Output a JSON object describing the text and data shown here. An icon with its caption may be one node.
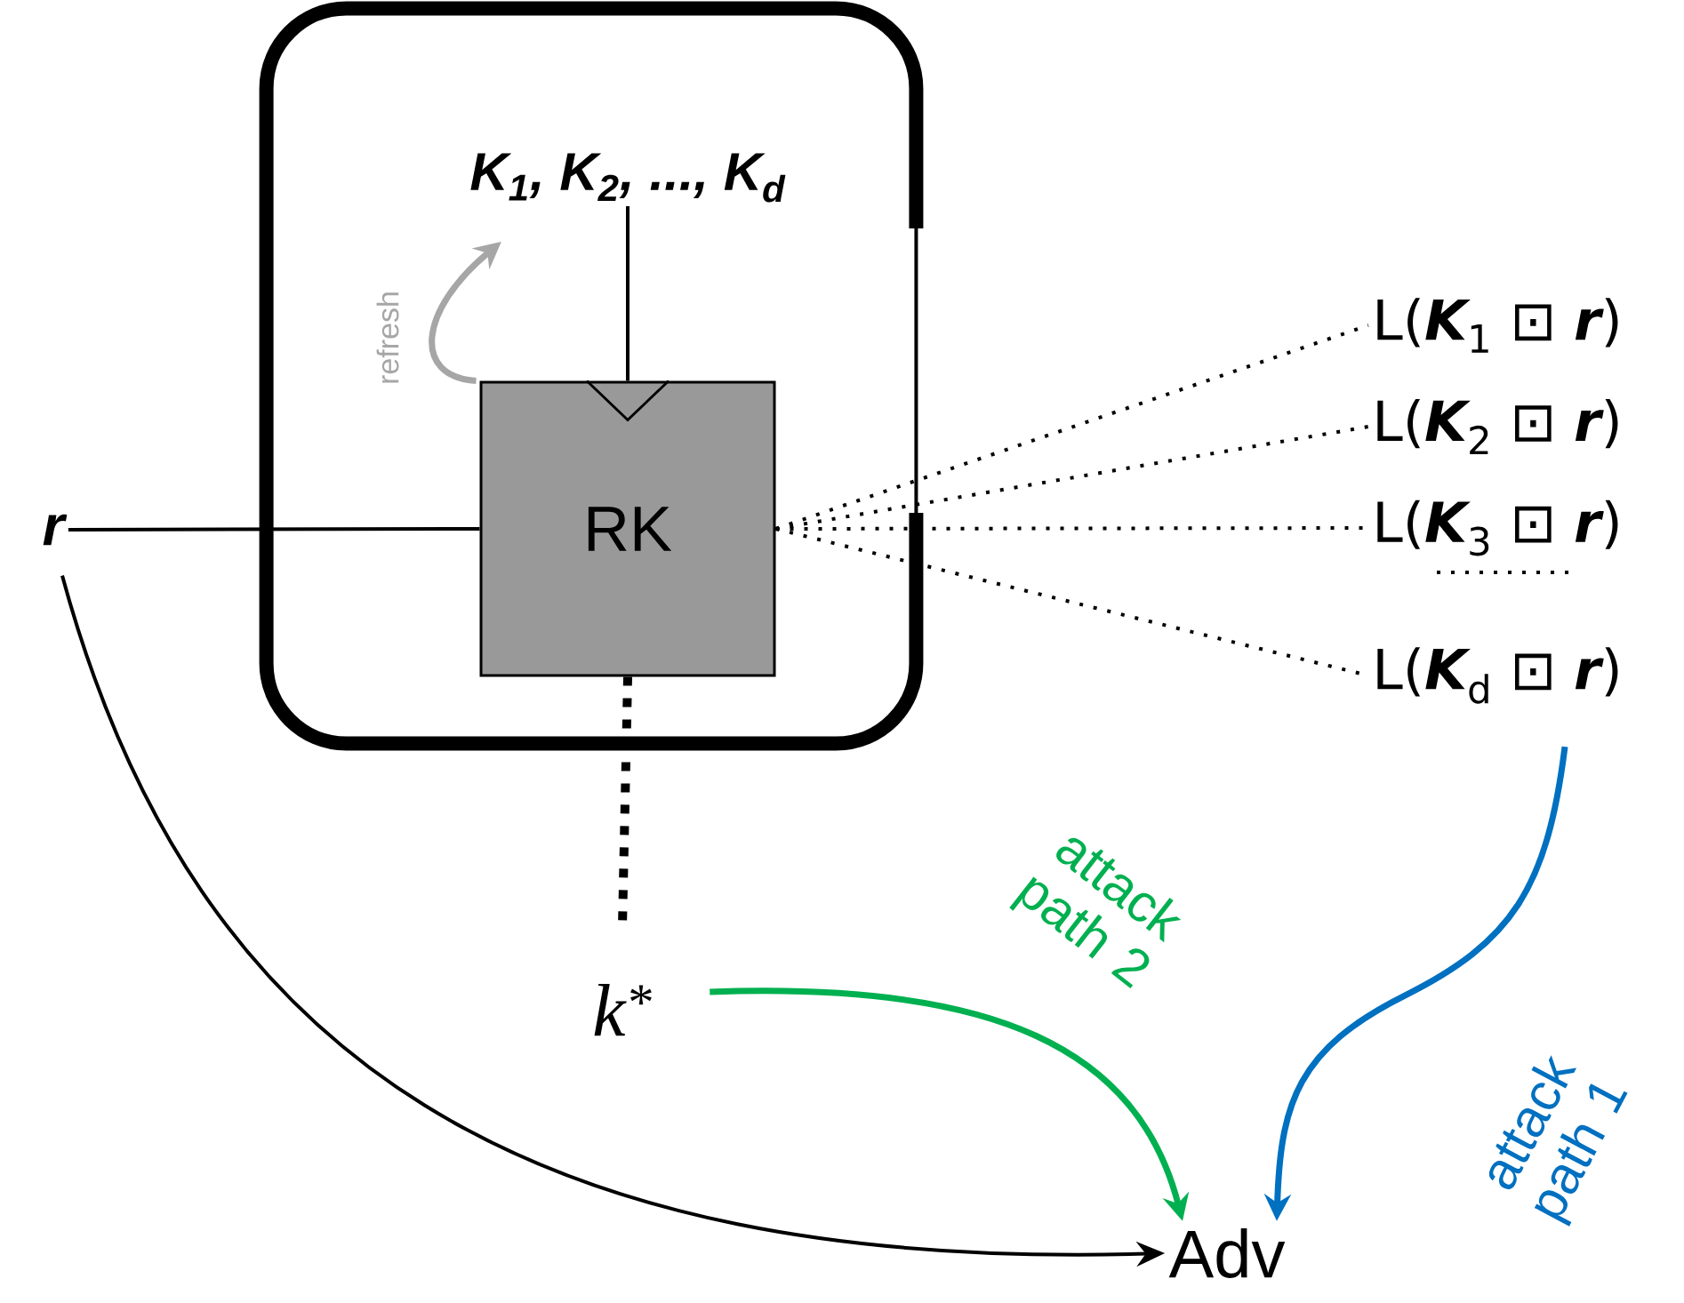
{
  "diagram": {
    "nodes": [
      {
        "text": [],
        "shape": "box"
      },
      {
        "text": [
          "K$_{1}$, K$_{2}$, ..., K$_{d}$"
        ],
        "in": 0
      },
      {
        "text": [
          "RK"
        ],
        "in": 0
      },
      {
        "text": [
          "r"
        ]
      },
      {
        "text": [
          "k$^{*}$"
        ]
      },
      {
        "text": [
          "L(**K**$_{1}$ ⊡ **r**)"
        ]
      },
      {
        "text": [
          "L(**K**$_{2}$ ⊡ **r**)"
        ]
      },
      {
        "text": [
          "L(**K**$_{3}$ ⊡ **r**)"
        ]
      },
      {
        "text": [
          "L(**K**$_{d}$ ⊡ **r**)"
        ]
      },
      {
        "text": [
          "Adv"
        ]
      }
    ],
    "edges": [
      {
        "from": 1,
        "to": 2,
        "arrow": "none"
      },
      {
        "from": 2,
        "to": 1,
        "arrow": "to",
        "label": "refresh",
        "color": "#a6a6a6"
      },
      {
        "from": 3,
        "to": 2,
        "arrow": "none"
      },
      {
        "from": 2,
        "to": 5,
        "arrow": "none",
        "style": "dashed"
      },
      {
        "from": 2,
        "to": 6,
        "arrow": "none",
        "style": "dashed"
      },
      {
        "from": 2,
        "to": 7,
        "arrow": "none",
        "style": "dashed"
      },
      {
        "from": 2,
        "to": 8,
        "arrow": "none",
        "style": "dashed"
      },
      {
        "from": 2,
        "to": 4,
        "arrow": "none",
        "style": "dashed"
      },
      {
        "from": 3,
        "to": 9,
        "arrow": "to"
      },
      {
        "from": 4,
        "to": 9,
        "arrow": "to",
        "label": "attack path 2",
        "color": "#00b050"
      },
      {
        "from": 8,
        "to": 9,
        "arrow": "to",
        "label": "attack path 1",
        "color": "#0070c0"
      }
    ]
  }
}
